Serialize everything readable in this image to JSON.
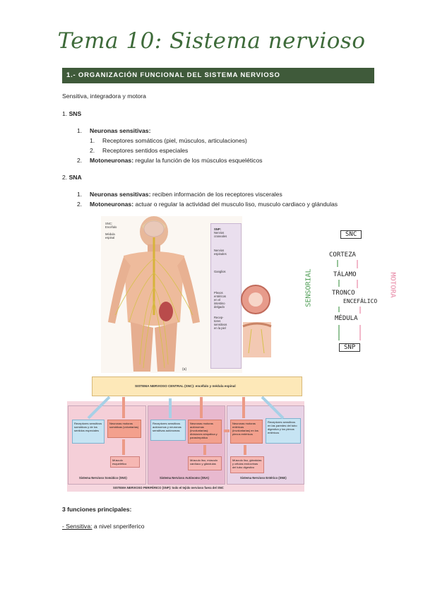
{
  "title": "Tema 10: Sistema nervioso",
  "section": "1.- ORGANIZACIÓN FUNCIONAL DEL SISTEMA NERVIOSO",
  "intro": "Sensitiva, integradora y motora",
  "sns": {
    "heading_num": "1.",
    "heading": "SNS",
    "items": [
      {
        "num": "1.",
        "label": "Neuronas sensitivas:",
        "text": "",
        "sub": [
          {
            "num": "1.",
            "text": "Receptores somáticos (piel, músculos, articulaciones)"
          },
          {
            "num": "2.",
            "text": "Receptores sentidos especiales"
          }
        ]
      },
      {
        "num": "2.",
        "label": "Motoneuronas:",
        "text": " regular la función de los músculos esqueléticos",
        "sub": []
      }
    ]
  },
  "sna": {
    "heading_num": "2.",
    "heading": "SNA",
    "items": [
      {
        "num": "1.",
        "label": "Neuronas sensitivas:",
        "text": " reciben información de los receptores viscerales"
      },
      {
        "num": "2.",
        "label": "Motoneuronas:",
        "text": " actuar o regular la actividad del musculo liso, musculo cardiaco y glándulas"
      }
    ]
  },
  "figure_a": {
    "snc_label": [
      "SNC:",
      "Encéfalo",
      "",
      "Médula",
      "espinal"
    ],
    "snp_labels": [
      "SNP:",
      "Nervios",
      "craneales",
      "",
      "Nervios",
      "espinales",
      "",
      "Ganglios",
      "",
      "Plexos",
      "entéricos",
      "en el",
      "intestino",
      "delgado",
      "",
      "Recep-",
      "tores",
      "sensitivos",
      "en la piel"
    ],
    "caption": "(a)"
  },
  "figure_b": {
    "snc_bar": "SISTEMA NERVIOSO CENTRAL (SNC): encéfalo y médula espinal",
    "panels": [
      {
        "label": "Sistema Nervioso Somático (SNS)",
        "sensory": "Receptores sensitivos somáticos y de los sentidos especiales",
        "motor": "Neuronas motoras somáticas (voluntarias)",
        "effector": "Músculo esquelético"
      },
      {
        "label": "Sistema Nervioso Autónomo (SNA)",
        "sensory": "Receptores sensitivos autónomos y neuronas sensitivas autónomas",
        "motor": "Neuronas motoras autónomas (involuntarias): divisiones simpática y parasimpática",
        "effector": "Músculo liso, músculo cardíaco y glándulas"
      },
      {
        "label": "Sistema Nervioso Entérico (SNE)",
        "sensory": "Receptores sensitivos en las paredes del tubo digestivo y los plexos entéricos",
        "motor": "Neuronas motoras entéricas (involuntarias) en los plexos entéricos",
        "effector": "Músculo liso, glándulas y células endocrinas del tubo digestivo"
      }
    ],
    "snp_bar": "SISTEMA NERVIOSO PERIFÉRICO (SNP): todo el tejido nervioso fuera del SNC"
  },
  "handwritten": {
    "top": "SNC",
    "levels": [
      "CORTEZA",
      "TÁLAMO",
      "TRONCO",
      "ENCEFÁLICO",
      "MÉDULA"
    ],
    "bottom": "SNP",
    "left_label": "SENSORIAL",
    "right_label": "MOTORA",
    "colors": {
      "sensory": "#4f9d55",
      "motor": "#e889a6"
    }
  },
  "functions": {
    "heading": "3 funciones principales:",
    "sensitiva_label": "- Sensitiva:",
    "sensitiva_text": " a nivel snperiferico"
  },
  "colors": {
    "title": "#3e6b3a",
    "section_bar": "#3f5a3a"
  }
}
